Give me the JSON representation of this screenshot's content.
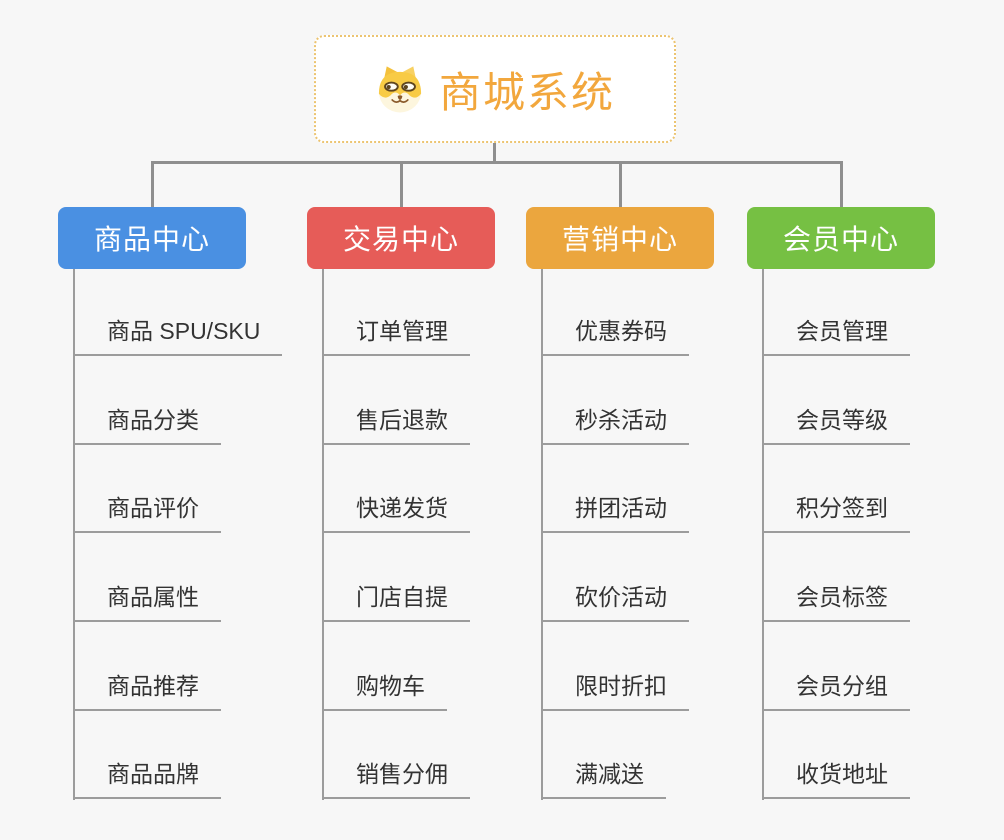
{
  "canvas": {
    "background": "#f7f7f7",
    "connector_color": "#8f8f8f",
    "underline_color": "#9c9c9c"
  },
  "root": {
    "title": "商城系统",
    "icon": "dog-face-icon",
    "text_color": "#f2a73d",
    "border_color": "#ecc471",
    "background": "#ffffff"
  },
  "branches": [
    {
      "label": "商品中心",
      "color": "#4a90e2",
      "children": [
        "商品 SPU/SKU",
        "商品分类",
        "商品评价",
        "商品属性",
        "商品推荐",
        "商品品牌"
      ]
    },
    {
      "label": "交易中心",
      "color": "#e65c58",
      "children": [
        "订单管理",
        "售后退款",
        "快递发货",
        "门店自提",
        "购物车",
        "销售分佣"
      ]
    },
    {
      "label": "营销中心",
      "color": "#eba63e",
      "children": [
        "优惠券码",
        "秒杀活动",
        "拼团活动",
        "砍价活动",
        "限时折扣",
        "满减送"
      ]
    },
    {
      "label": "会员中心",
      "color": "#76c043",
      "children": [
        "会员管理",
        "会员等级",
        "积分签到",
        "会员标签",
        "会员分组",
        "收货地址"
      ]
    }
  ]
}
